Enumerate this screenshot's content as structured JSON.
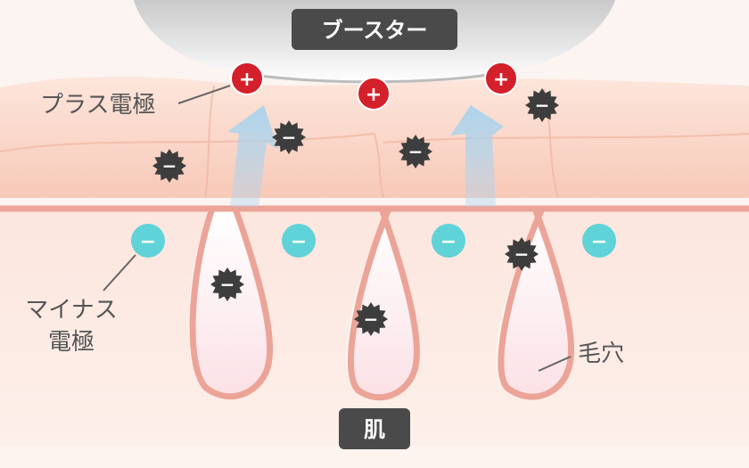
{
  "device_label": "ブースター",
  "skin_label": "肌",
  "plus_electrode_label": "プラス電極",
  "minus_electrode_label_line1": "マイナス",
  "minus_electrode_label_line2": "電極",
  "pore_label": "毛穴",
  "plus_sign": "+",
  "minus_sign": "−",
  "colors": {
    "plus": "#d4202a",
    "minus": "#5fd3d8",
    "dirt": "#3d3d3d",
    "skin_outline": "#eba497",
    "arrow": "#a9d3ee",
    "tag_bg": "#4a4a4a"
  }
}
